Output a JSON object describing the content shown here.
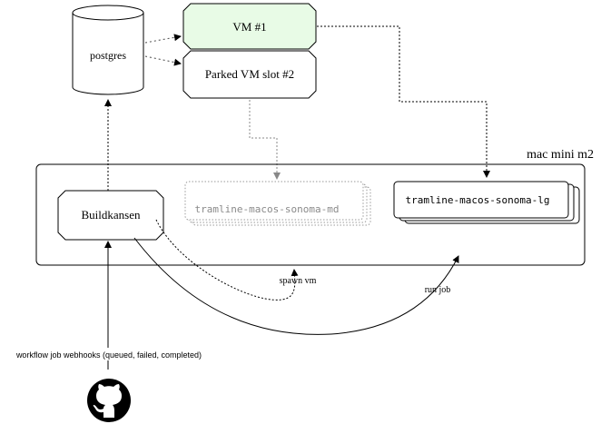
{
  "nodes": {
    "postgres": "postgres",
    "vm1": "VM #1",
    "vm2": "Parked VM slot #2",
    "host": "mac mini m2",
    "buildkansen": "Buildkansen",
    "sonoma_md": "tramline-macos-sonoma-md",
    "sonoma_lg": "tramline-macos-sonoma-lg"
  },
  "edges": {
    "spawn_vm": "spawn vm",
    "run_job": "run job",
    "webhooks": "workflow job webhooks (queued, failed, completed)"
  },
  "icons": {
    "github": "github-icon"
  },
  "colors": {
    "vm1_fill": "#e8fbe6",
    "stroke": "#000000",
    "muted": "#8a8a8a"
  }
}
